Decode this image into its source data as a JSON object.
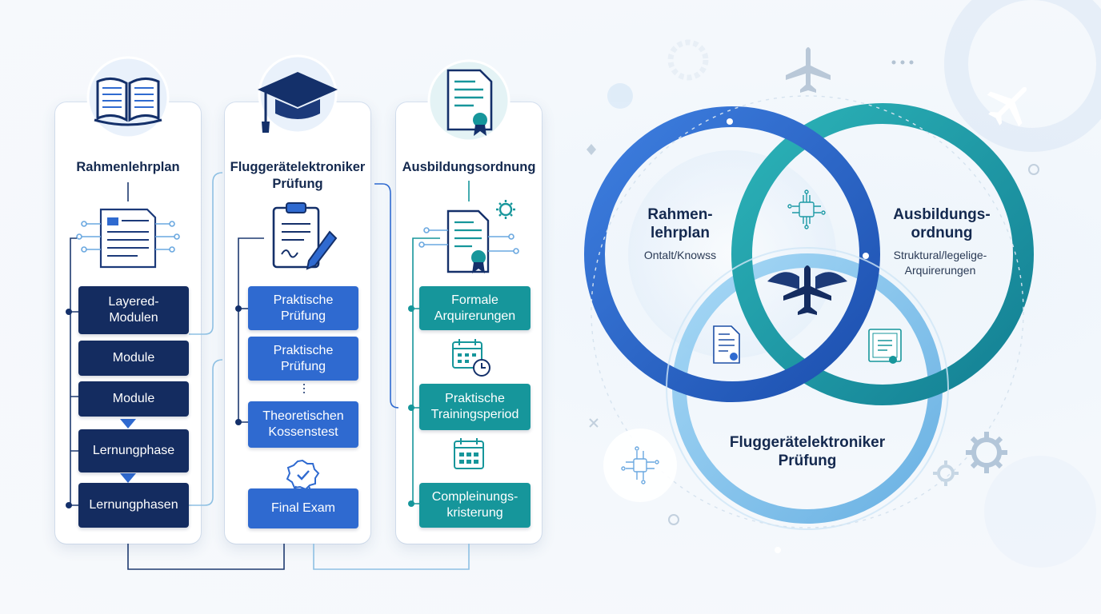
{
  "columns": [
    {
      "title": "Rahmenlehrplan",
      "icon": "book-icon",
      "sub_icon": "document-circuit-icon",
      "items": [
        "Layered-\nModulen",
        "Module",
        "Module",
        "Lernungphase",
        "Lernungphasen"
      ]
    },
    {
      "title": "Fluggerätelektroniker\nPrüfung",
      "icon": "graduation-cap-icon",
      "sub_icon": "clipboard-pen-icon",
      "items": [
        "Praktische\nPrüfung",
        "Praktische\nPrüfung",
        "Theoretischen\nKossenstest",
        "Final Exam"
      ]
    },
    {
      "title": "Ausbildungsordnung",
      "icon": "certificate-icon",
      "sub_icon": "certificate-gear-icon",
      "items": [
        "Formale\nArquirerungen",
        "Praktische\nTrainingsperiod",
        "Compleinungs-\nkristerung"
      ]
    }
  ],
  "venn": {
    "left_title": "Rahmen-\nlehrplan",
    "left_sub": "Ontalt/Knowss",
    "right_title": "Ausbildungs-\nordnung",
    "right_sub": "Struktural/legelige-\nArquirerungen",
    "bottom_title": "Fluggerätelektroniker\nPrüfung",
    "center_icon": "winged-airplane-shield-icon"
  },
  "colors": {
    "navy": "#142c60",
    "blue": "#2f6ad0",
    "teal": "#16969b",
    "ring_blue": "#2463c9",
    "ring_teal": "#1c9aa5",
    "ring_light": "#7cc0ea"
  }
}
